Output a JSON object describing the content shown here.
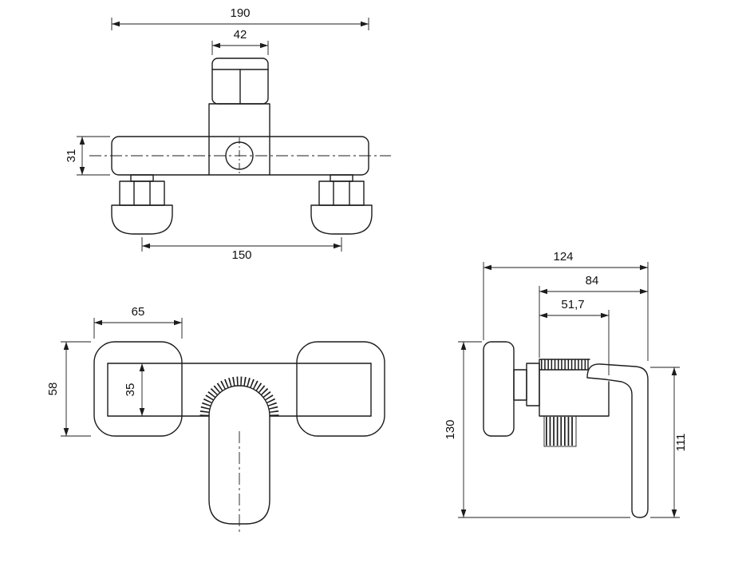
{
  "style": {
    "line_color": "#1c1c1c",
    "background": "#ffffff"
  },
  "views": {
    "front": {
      "dims": {
        "total_width": "190",
        "handle_width": "42",
        "body_height": "31",
        "mounting_centers": "150"
      }
    },
    "plan": {
      "dims": {
        "flange_width": "65",
        "flange_depth": "58",
        "body_depth": "35"
      }
    },
    "side": {
      "dims": {
        "total_depth": "124",
        "body_depth": "84",
        "cartridge_depth": "51,7",
        "total_height": "130",
        "handle_drop": "111"
      }
    }
  }
}
